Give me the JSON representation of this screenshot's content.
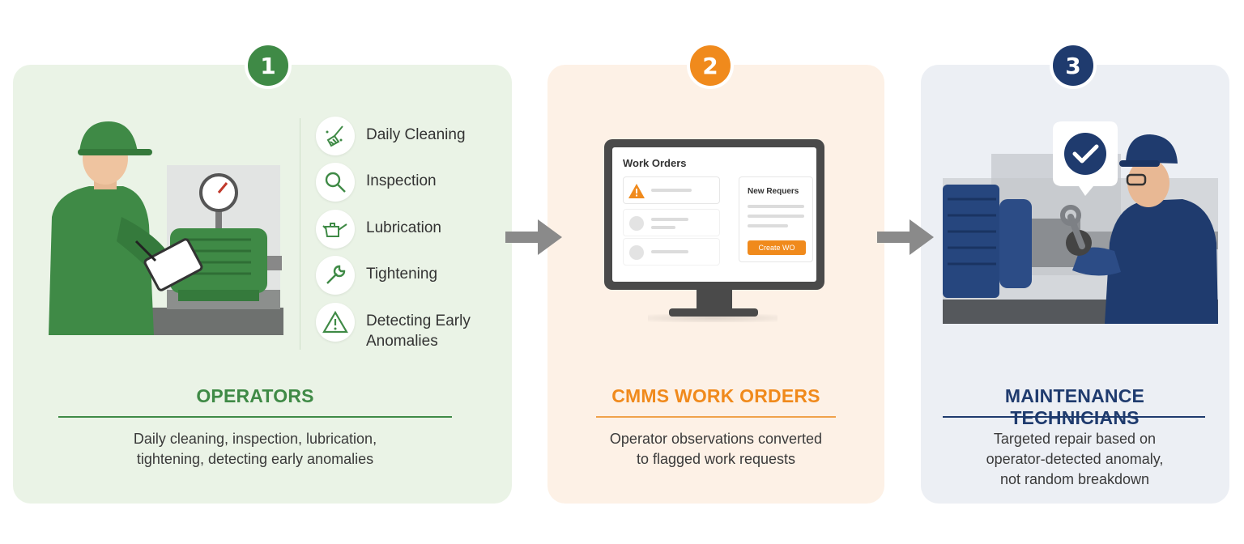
{
  "steps": [
    {
      "number": "1",
      "title": "OPERATORS",
      "description_lines": [
        "Daily cleaning, inspection, lubrication,",
        "tightening, detecting early anomalies"
      ],
      "tasks": [
        {
          "label": "Daily Cleaning",
          "icon": "broom-icon"
        },
        {
          "label": "Inspection",
          "icon": "magnifier-icon"
        },
        {
          "label": "Lubrication",
          "icon": "oil-can-icon"
        },
        {
          "label": "Tightening",
          "icon": "wrench-icon"
        },
        {
          "label": "Detecting Early Anomalies",
          "icon": "warning-triangle-icon"
        }
      ],
      "accent": "#3f8a46"
    },
    {
      "number": "2",
      "title": "CMMS WORK ORDERS",
      "description_lines": [
        "Operator observations converted",
        "to flagged work requests"
      ],
      "screen": {
        "title": "Work Orders",
        "panel_title": "New Requers",
        "button": "Create WO"
      },
      "accent": "#f08a1c"
    },
    {
      "number": "3",
      "title": "MAINTENANCE TECHNICIANS",
      "description_lines": [
        "Targeted repair based on",
        "operator-detected anomaly,",
        "not random breakdown"
      ],
      "accent": "#1f3b6e"
    }
  ],
  "colors": {
    "green_panel": "#eaf3e6",
    "orange_panel": "#fdf1e6",
    "blue_panel": "#eceff4",
    "arrow": "#8a8a8a"
  }
}
